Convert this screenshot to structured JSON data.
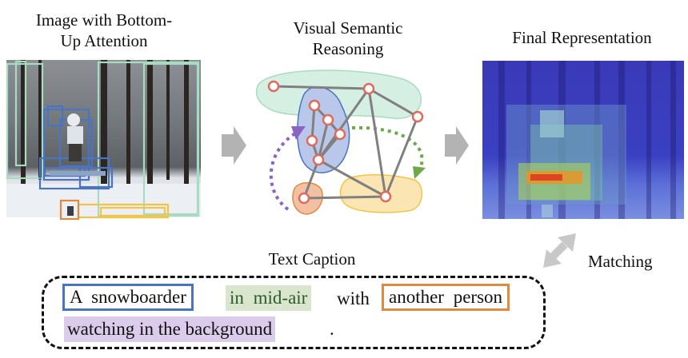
{
  "headings": {
    "left": "Image with Bottom-\nUp Attention",
    "middle": "Visual Semantic\nReasoning",
    "right": "Final Representation",
    "caption": "Text Caption",
    "matching": "Matching"
  },
  "caption": {
    "segment_a": "A snowboarder",
    "segment_b": "in mid-air",
    "segment_c": "with",
    "segment_d": "another person",
    "segment_e": "watching in the background",
    "segment_f": "."
  },
  "colors": {
    "blue": "#4a74bf",
    "green": "#a8dcc0",
    "orange": "#e08a40",
    "yellow": "#f5c445",
    "purple": "#8a63c3",
    "node_stroke": "#e06a5c",
    "edge": "#808080"
  },
  "icons": {
    "arrow": "right-arrow-icon",
    "matching": "double-arrow-icon"
  }
}
